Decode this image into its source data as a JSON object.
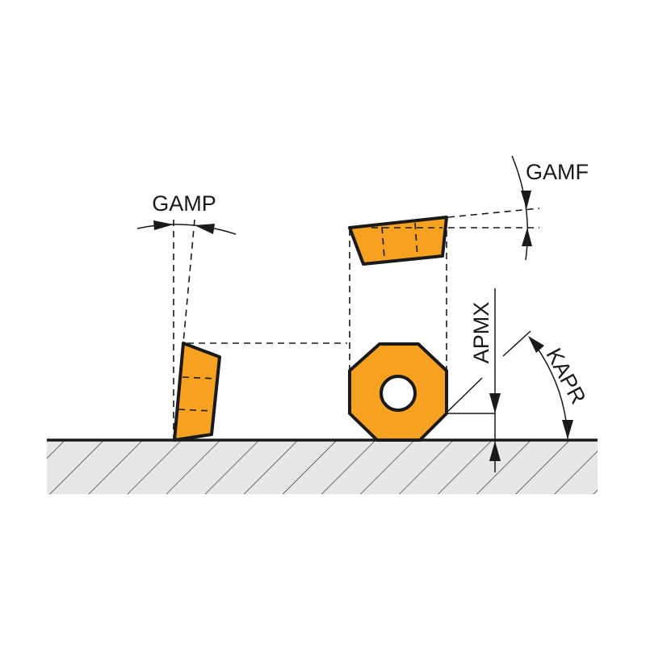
{
  "labels": {
    "gamp": "GAMP",
    "gamf": "GAMF",
    "apmx": "APMX",
    "kapr": "KAPR"
  },
  "colors": {
    "insert": "#f6a11f",
    "workpiece": "#e6e7e8",
    "line": "#1a1a1a"
  }
}
